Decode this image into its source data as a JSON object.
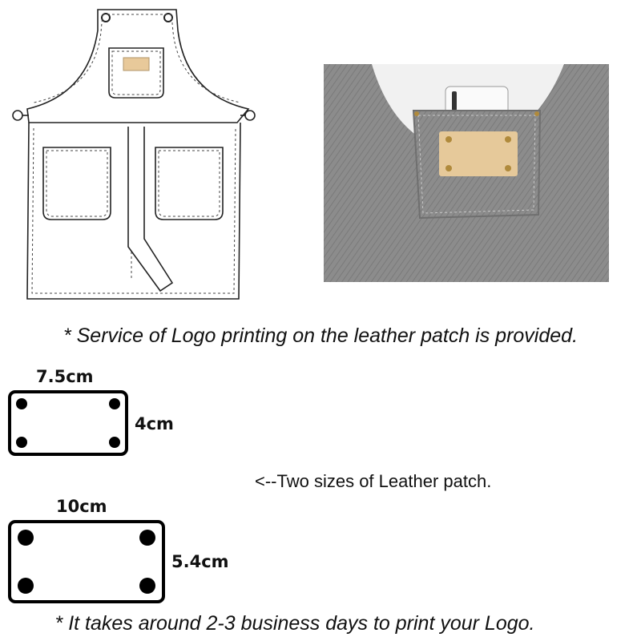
{
  "notes": {
    "logo_service": "* Service of Logo printing on the leather patch is provided.",
    "turnaround": "* It takes around 2-3 business days to print your Logo."
  },
  "patch_small": {
    "width_label": "7.5cm",
    "height_label": "4cm"
  },
  "patch_large": {
    "width_label": "10cm",
    "height_label": "5.4cm"
  },
  "sizes_note": "<--Two sizes of Leather patch.",
  "colors": {
    "denim": "#8c8c8c",
    "leather": "#e6c99a",
    "rivet": "#b08a3c"
  }
}
